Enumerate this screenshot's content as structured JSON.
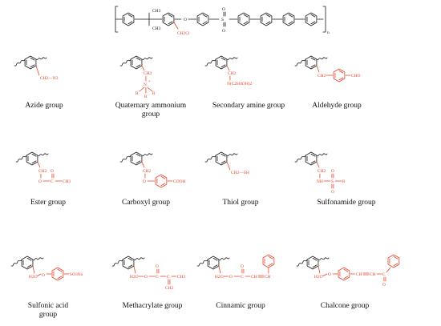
{
  "colors": {
    "backbone": "#1a1a1a",
    "substituent": "#e8442a",
    "background": "#ffffff"
  },
  "backbone": {
    "methyl_top": "CH3",
    "methyl_bottom": "CH3",
    "ether_o": "O",
    "sulfonyl_s": "S",
    "sulfonyl_o_top": "O",
    "sulfonyl_o_bottom": "O",
    "chloromethyl": "CH2Cl",
    "repeat_n": "n"
  },
  "groups": [
    {
      "id": "azide",
      "label": "Azide group",
      "fragments": [
        "CH2—N3"
      ]
    },
    {
      "id": "quaternary-ammonium",
      "label": "Quaternary ammonium\ngroup",
      "fragments": [
        "CH2",
        "N",
        "R",
        "R",
        "R",
        "+"
      ]
    },
    {
      "id": "secondary-amine",
      "label": "Secondary amine group",
      "fragments": [
        "CH2",
        "N(C2H4OH)2"
      ]
    },
    {
      "id": "aldehyde",
      "label": "Aldehyde group",
      "fragments": [
        "CH2",
        "CHO"
      ]
    },
    {
      "id": "ester",
      "label": "Ester group",
      "fragments": [
        "CH2",
        "O",
        "C",
        "CH3",
        "O"
      ]
    },
    {
      "id": "carboxyl",
      "label": "Carboxyl group",
      "fragments": [
        "CH2",
        "O",
        "COOH"
      ]
    },
    {
      "id": "thiol",
      "label": "Thiol group",
      "fragments": [
        "CH2—SH"
      ]
    },
    {
      "id": "sulfonamide",
      "label": "Sulfonamide group",
      "fragments": [
        "CH2",
        "NH",
        "S",
        "R",
        "O",
        "O"
      ]
    },
    {
      "id": "sulfonic-acid",
      "label": "Sulfonic acid\ngroup",
      "fragments": [
        "H2C",
        "O",
        "SO3Na"
      ]
    },
    {
      "id": "methacrylate",
      "label": "Methacrylate group",
      "fragments": [
        "H2C",
        "O",
        "C",
        "C",
        "CH3",
        "CH2",
        "O"
      ]
    },
    {
      "id": "cinnamic",
      "label": "Cinnamic group",
      "fragments": [
        "H2C",
        "O",
        "C",
        "CH",
        "CH",
        "O"
      ]
    },
    {
      "id": "chalcone",
      "label": "Chalcone group",
      "fragments": [
        "H2C",
        "O",
        "CH",
        "CH",
        "C",
        "O"
      ]
    }
  ]
}
